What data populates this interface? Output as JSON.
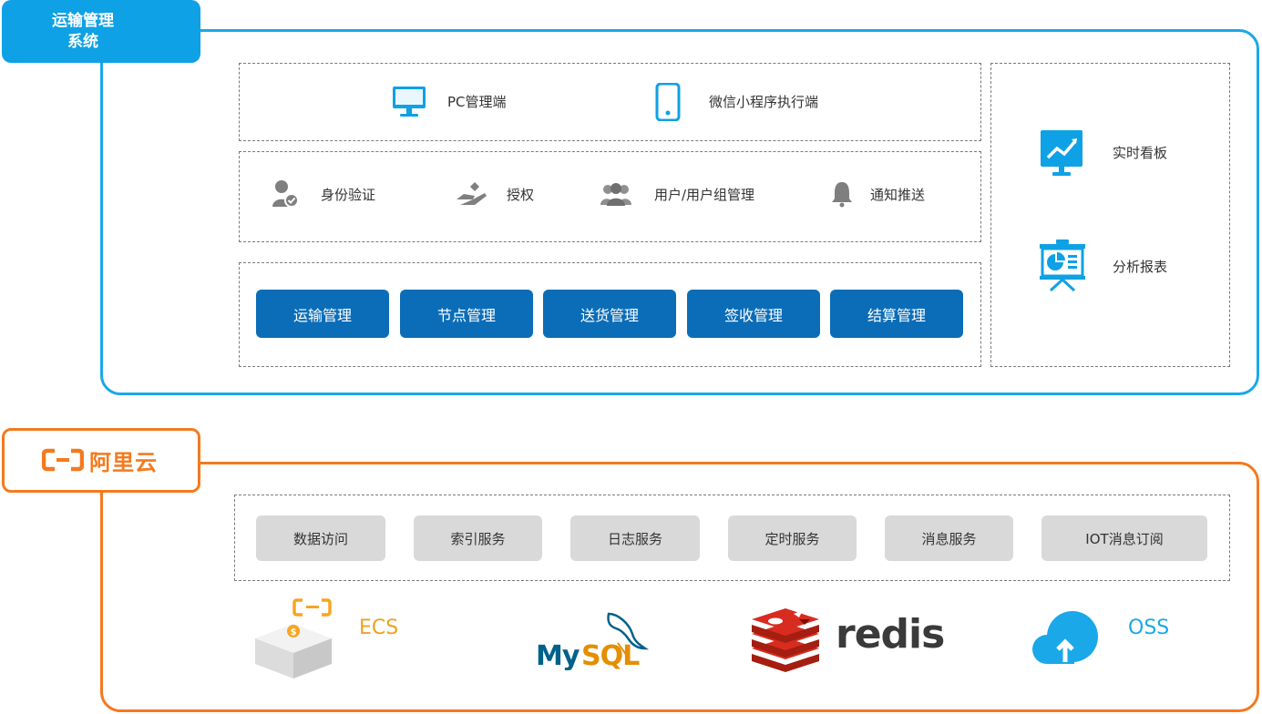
{
  "system": {
    "title": "运输管理系统",
    "title_line1": "运输管理",
    "title_line2": "系统",
    "clients": [
      {
        "label": "PC管理端",
        "icon": "monitor-icon"
      },
      {
        "label": "微信小程序执行端",
        "icon": "mobile-phone-icon"
      }
    ],
    "services": [
      {
        "label": "身份验证",
        "icon": "user-check-icon"
      },
      {
        "label": "授权",
        "icon": "hand-give-icon"
      },
      {
        "label": "用户/用户组管理",
        "icon": "user-group-icon"
      },
      {
        "label": "通知推送",
        "icon": "bell-icon"
      }
    ],
    "modules": [
      "运输管理",
      "节点管理",
      "送货管理",
      "签收管理",
      "结算管理"
    ],
    "side_panel": [
      {
        "label": "实时看板",
        "icon": "dashboard-chart-icon"
      },
      {
        "label": "分析报表",
        "icon": "report-board-icon"
      }
    ],
    "accent_color": "#1aa8e8",
    "module_color": "#0b6db8"
  },
  "cloud": {
    "title": "阿里云",
    "services": [
      "数据访问",
      "索引服务",
      "日志服务",
      "定时服务",
      "消息服务",
      "IOT消息订阅"
    ],
    "products": [
      {
        "label": "ECS",
        "icon": "ecs-icon"
      },
      {
        "label": "MySQL",
        "icon": "mysql-logo"
      },
      {
        "label": "redis",
        "icon": "redis-logo"
      },
      {
        "label": "OSS",
        "icon": "oss-cloud-icon"
      }
    ],
    "accent_color": "#f47a1f"
  }
}
